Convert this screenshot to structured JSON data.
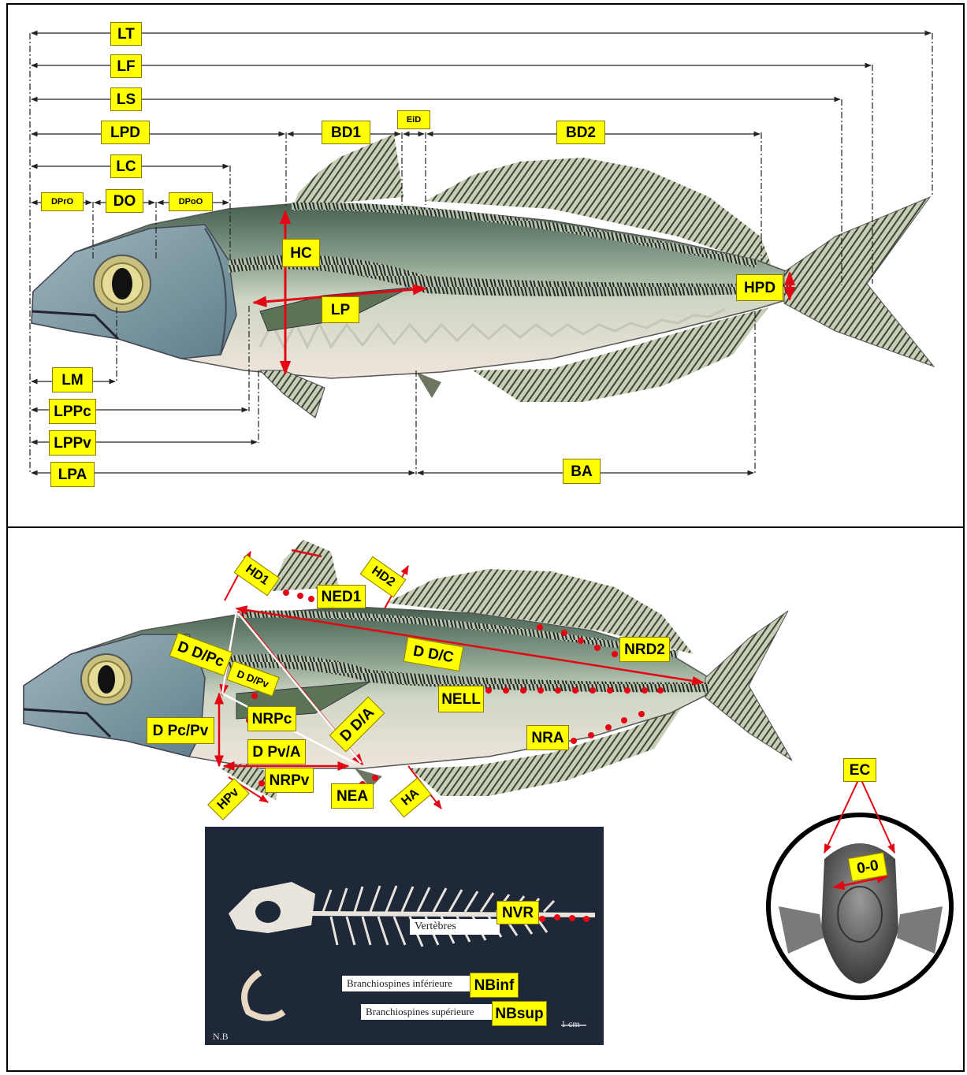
{
  "top_panel": {
    "length_labels": {
      "lt": "LT",
      "lf": "LF",
      "ls": "LS",
      "lpd": "LPD",
      "bd1": "BD1",
      "eid": "EiD",
      "bd2": "BD2",
      "lc": "LC",
      "dpro": "DPrO",
      "do": "DO",
      "dpoo": "DPoO",
      "hc": "HC",
      "lp": "LP",
      "hpd": "HPD",
      "lm": "LM",
      "lppc": "LPPc",
      "lppv": "LPPv",
      "lpa": "LPA",
      "ba": "BA"
    }
  },
  "bottom_panel": {
    "labels": {
      "hd1": "HD1",
      "ned1": "NED1",
      "hd2": "HD2",
      "dd_c": "D D/C",
      "nrd2": "NRD2",
      "dd_pc": "D D/Pc",
      "dd_pv": "D D/Pv",
      "nrpc": "NRPc",
      "dpc_pv": "D Pc/Pv",
      "dd_a": "D D/A",
      "nell": "NELL",
      "dpv_a": "D Pv/A",
      "nra": "NRA",
      "hpv": "HPv",
      "nrpv": "NRPv",
      "nea": "NEA",
      "ha": "HA",
      "ec": "EC",
      "oo": "0-0",
      "nvr": "NVR",
      "nbinf": "NBinf",
      "nbsup": "NBsup"
    },
    "photo": {
      "vertebres": "Vertèbres",
      "branchio_inf": "Branchiospines inférieure",
      "branchio_sup": "Branchiospines supérieure",
      "scale": "1 cm",
      "credit": "N.B"
    }
  },
  "colors": {
    "label_fill": "#ffff00",
    "arrow_red": "#e30613",
    "dimension_line": "#222222"
  }
}
